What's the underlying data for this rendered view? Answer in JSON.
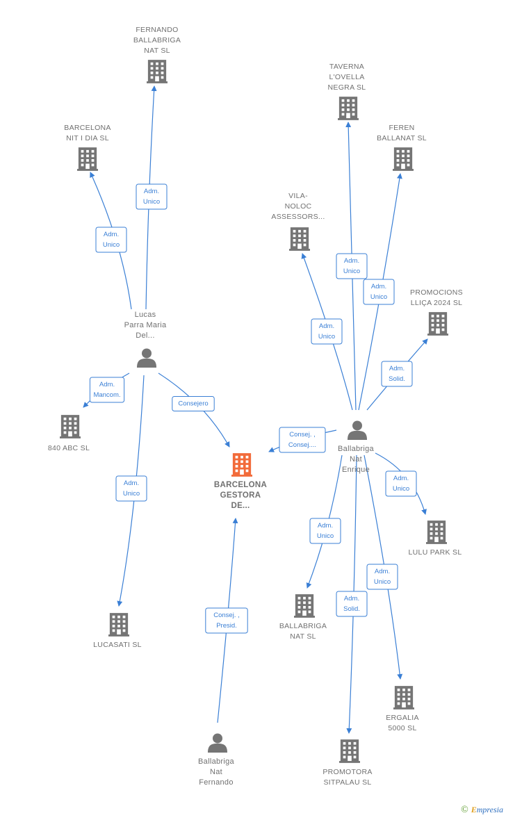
{
  "colors": {
    "edge": "#3a7fd5",
    "node": "#757575",
    "focus": "#f26b3a",
    "label": "#707070"
  },
  "nodes": [
    {
      "id": "fbn",
      "type": "company",
      "label": [
        "FERNANDO",
        "BALLABRIGA",
        "NAT SL"
      ]
    },
    {
      "id": "bnid",
      "type": "company",
      "label": [
        "BARCELONA",
        "NIT I DIA SL"
      ]
    },
    {
      "id": "lucas",
      "type": "person",
      "label": [
        "Lucas",
        "Parra Maria",
        "Del..."
      ]
    },
    {
      "id": "abc840",
      "type": "company",
      "label": [
        "840 ABC SL"
      ]
    },
    {
      "id": "lucasati",
      "type": "company",
      "label": [
        "LUCASATI SL"
      ]
    },
    {
      "id": "bgd",
      "type": "focus",
      "label": [
        "BARCELONA",
        "GESTORA",
        "DE..."
      ]
    },
    {
      "id": "fernando",
      "type": "person",
      "label": [
        "Ballabriga",
        "Nat",
        "Fernando"
      ]
    },
    {
      "id": "taverna",
      "type": "company",
      "label": [
        "TAVERNA",
        "L'OVELLA",
        "NEGRA SL"
      ]
    },
    {
      "id": "feren",
      "type": "company",
      "label": [
        "FEREN",
        "BALLANAT SL"
      ]
    },
    {
      "id": "vila",
      "type": "company",
      "label": [
        "VILA-",
        "NOLOC",
        "ASSESSORS..."
      ]
    },
    {
      "id": "promocions",
      "type": "company",
      "label": [
        "PROMOCIONS",
        "LLIÇA 2024 SL"
      ]
    },
    {
      "id": "enrique",
      "type": "person",
      "label": [
        "Ballabriga",
        "Nat",
        "Enrique"
      ]
    },
    {
      "id": "lulu",
      "type": "company",
      "label": [
        "LULU PARK SL"
      ]
    },
    {
      "id": "bns",
      "type": "company",
      "label": [
        "BALLABRIGA",
        "NAT SL"
      ]
    },
    {
      "id": "ergalia",
      "type": "company",
      "label": [
        "ERGALIA",
        "5000 SL"
      ]
    },
    {
      "id": "sitpalau",
      "type": "company",
      "label": [
        "PROMOTORA",
        "SITPALAU SL"
      ]
    }
  ],
  "edges": [
    {
      "from": "lucas",
      "to": "fbn",
      "label": [
        "Adm.",
        "Unico"
      ]
    },
    {
      "from": "lucas",
      "to": "bnid",
      "label": [
        "Adm.",
        "Unico"
      ]
    },
    {
      "from": "lucas",
      "to": "abc840",
      "label": [
        "Adm.",
        "Mancom."
      ]
    },
    {
      "from": "lucas",
      "to": "bgd",
      "label": [
        "Consejero"
      ]
    },
    {
      "from": "lucas",
      "to": "lucasati",
      "label": [
        "Adm.",
        "Unico"
      ]
    },
    {
      "from": "fernando",
      "to": "bgd",
      "label": [
        "Consej. ,",
        "Presid."
      ]
    },
    {
      "from": "enrique",
      "to": "taverna",
      "label": [
        "Adm.",
        "Unico"
      ]
    },
    {
      "from": "enrique",
      "to": "feren",
      "label": [
        "Adm.",
        "Unico"
      ]
    },
    {
      "from": "enrique",
      "to": "vila",
      "label": [
        "Adm.",
        "Unico"
      ]
    },
    {
      "from": "enrique",
      "to": "promocions",
      "label": [
        "Adm.",
        "Solid."
      ]
    },
    {
      "from": "enrique",
      "to": "bgd",
      "label": [
        "Consej. ,",
        "Consej...."
      ]
    },
    {
      "from": "enrique",
      "to": "lulu",
      "label": [
        "Adm.",
        "Unico"
      ]
    },
    {
      "from": "enrique",
      "to": "bns",
      "label": [
        "Adm.",
        "Unico"
      ]
    },
    {
      "from": "enrique",
      "to": "ergalia",
      "label": [
        "Adm.",
        "Unico"
      ]
    },
    {
      "from": "enrique",
      "to": "sitpalau",
      "label": [
        "Adm.",
        "Solid."
      ]
    }
  ],
  "watermark": {
    "symbol": "©",
    "initial": "E",
    "rest": "mpresia"
  }
}
